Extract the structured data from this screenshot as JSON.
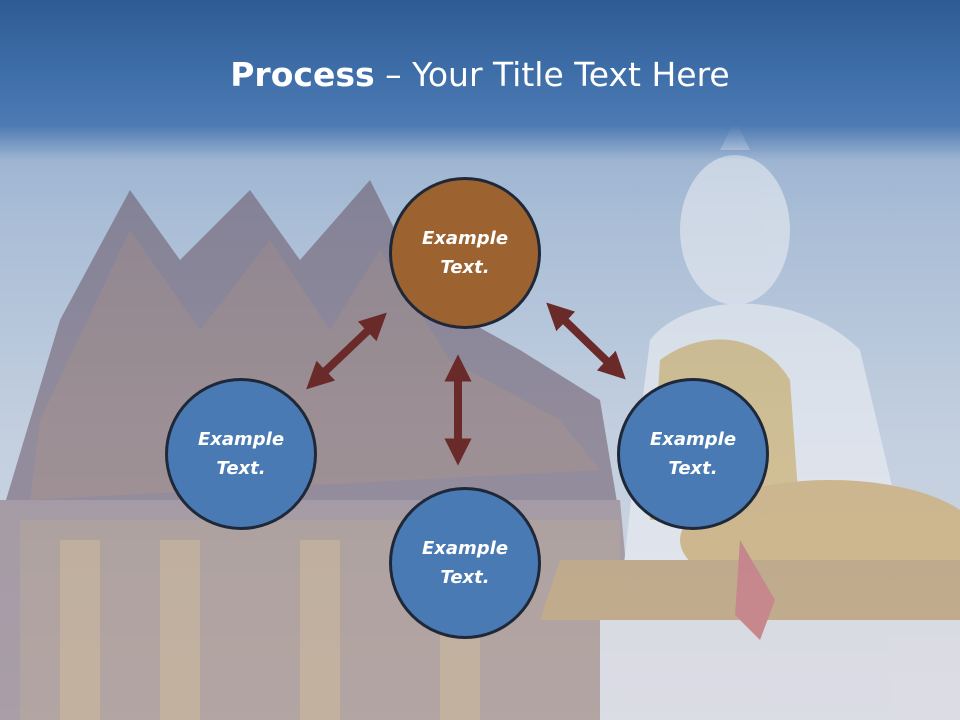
{
  "slide": {
    "title_bold": "Process",
    "title_rest": " – Your Title Text Here"
  },
  "nodes": {
    "top": {
      "line1": "Example",
      "line2": "Text."
    },
    "left": {
      "line1": "Example",
      "line2": "Text."
    },
    "right": {
      "line1": "Example",
      "line2": "Text."
    },
    "bottom": {
      "line1": "Example",
      "line2": "Text."
    }
  },
  "colors": {
    "title_band": "#3e6ea8",
    "node_blue": "#4a7ab4",
    "node_brown": "#9c6230",
    "node_border": "#1f2838",
    "arrow": "#6b2a2a"
  },
  "icons": [
    "double-arrow-icon"
  ]
}
